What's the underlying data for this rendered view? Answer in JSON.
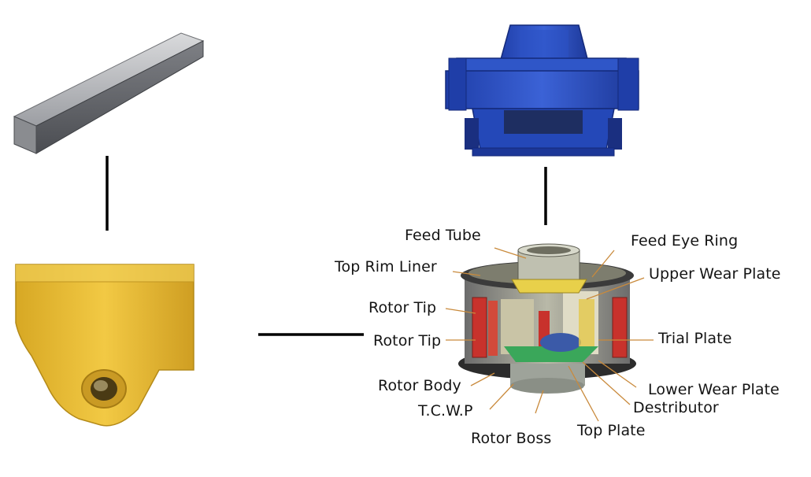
{
  "labels": {
    "feed_tube": "Feed Tube",
    "feed_eye_ring": "Feed Eye Ring",
    "top_rim_liner": "Top Rim Liner",
    "upper_wear_plate": "Upper Wear Plate",
    "rotor_tip_1": "Rotor Tip",
    "rotor_tip_2": "Rotor Tip",
    "trial_plate": "Trial Plate",
    "rotor_body": "Rotor Body",
    "lower_wear_plate": "Lower Wear Plate",
    "tcwp": "T.C.W.P",
    "destributor": "Destributor",
    "rotor_boss": "Rotor Boss",
    "top_plate": "Top Plate"
  },
  "colors": {
    "crusher_blue": "#2448b8",
    "tip_yellow": "#e8bf3a",
    "bar_steel": "#9c9ea3",
    "rotor_red": "#c8322c",
    "rotor_green": "#3aa75a",
    "rotor_dark": "#3b3b3b",
    "leader_orange": "#c98a3c"
  }
}
